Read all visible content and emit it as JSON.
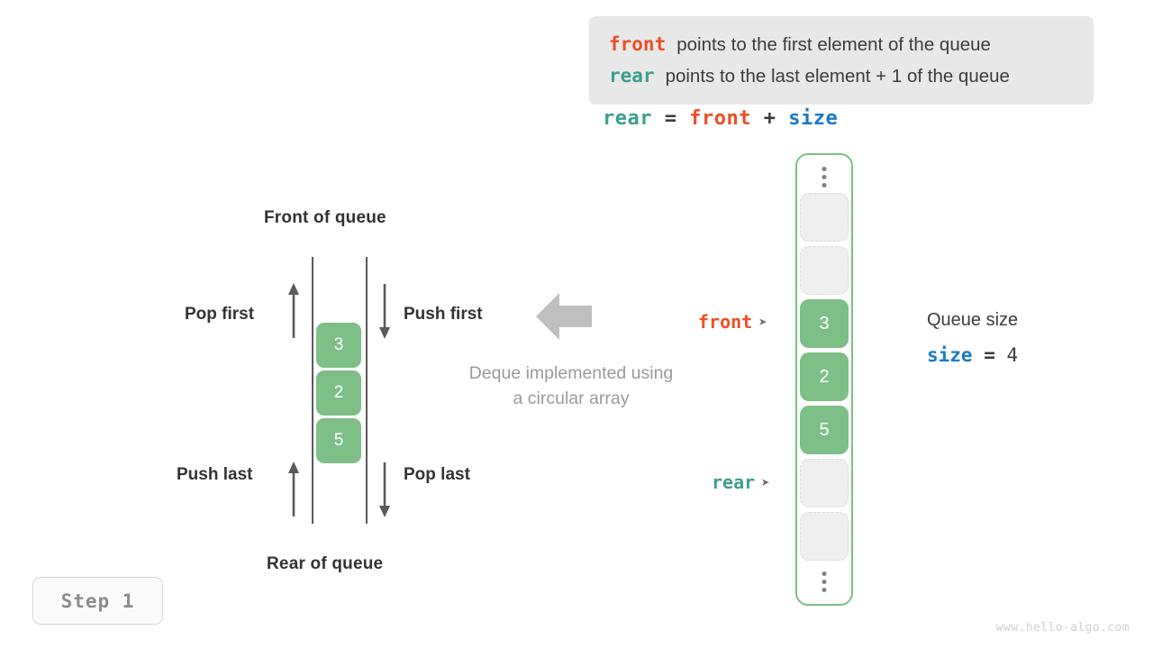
{
  "legend": {
    "lines": [
      {
        "keyword": "front",
        "color": "#ee4e24",
        "text": "points to the first element of the queue"
      },
      {
        "keyword": "rear",
        "color": "#3d9e8e",
        "text": "points to the last element + 1 of the queue"
      }
    ]
  },
  "formula": {
    "lhs": "rear",
    "equals": " = ",
    "rhs1": "front",
    "plus": " + ",
    "rhs2": "size"
  },
  "deque": {
    "title_top": "Front of queue",
    "title_bottom": "Rear of queue",
    "operations": {
      "pop_first": "Pop first",
      "push_first": "Push first",
      "push_last": "Push last",
      "pop_last": "Pop last"
    },
    "cells": [
      "3",
      "2",
      "5"
    ],
    "caption_line1": "Deque implemented using",
    "caption_line2": "a circular array"
  },
  "array": {
    "slots": [
      {
        "type": "empty",
        "value": ""
      },
      {
        "type": "empty",
        "value": ""
      },
      {
        "type": "filled",
        "value": "3"
      },
      {
        "type": "filled",
        "value": "2"
      },
      {
        "type": "filled",
        "value": "5"
      },
      {
        "type": "empty",
        "value": ""
      },
      {
        "type": "empty",
        "value": ""
      }
    ],
    "pointers": {
      "front": {
        "label": "front",
        "marker": "➤"
      },
      "rear": {
        "label": "rear",
        "marker": "➤"
      }
    }
  },
  "queue_size": {
    "label": "Queue size",
    "var": "size",
    "equals": " = ",
    "value": "4"
  },
  "step_badge": {
    "label": "Step 1"
  },
  "watermark": {
    "text": "www.hello-algo.com"
  },
  "colors": {
    "front": "#ee4e24",
    "rear": "#3d9e8e",
    "size": "#1a7bc4",
    "cell_green": "#7dbf86",
    "legend_bg": "#e8e8e8",
    "empty_slot": "#efefef",
    "muted_text": "#9a9a9a"
  }
}
